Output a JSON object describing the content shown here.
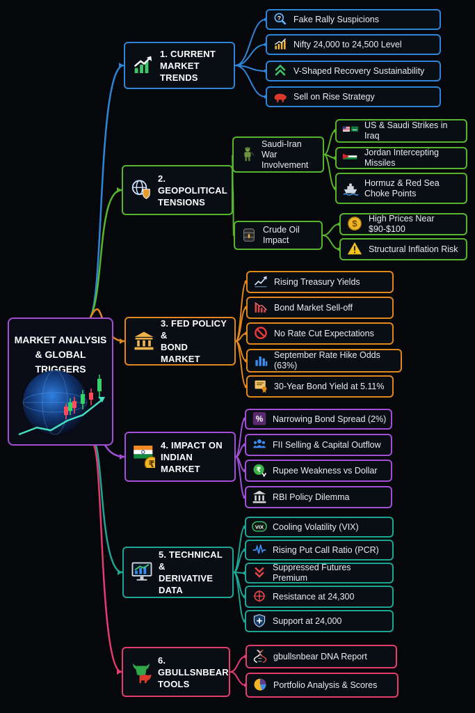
{
  "root": {
    "title_line1": "Market Analysis",
    "title_line2": "& Global Triggers",
    "color": "#a24fd6"
  },
  "branches": [
    {
      "id": "trends",
      "label_line1": "1. Current",
      "label_line2": "Market Trends",
      "color": "#2f86d8",
      "icon": "rising-bar-chart-icon",
      "items": [
        {
          "label": "Fake Rally Suspicions",
          "icon": "magnifier-question-icon"
        },
        {
          "label": "Nifty 24,000 to 24,500 Level",
          "icon": "rising-bars-icon"
        },
        {
          "label": "V-Shaped Recovery Sustainability",
          "icon": "up-chevrons-icon"
        },
        {
          "label": "Sell on Rise Strategy",
          "icon": "bear-icon"
        }
      ]
    },
    {
      "id": "geo",
      "label_line1": "2. Geopolitical",
      "label_line2": "Tensions",
      "color": "#57b52e",
      "icon": "globe-shield-icon",
      "subs": [
        {
          "label_line1": "Saudi-Iran War",
          "label_line2": "Involvement",
          "icon": "soldier-icon",
          "items": [
            {
              "label": "US & Saudi Strikes in Iraq",
              "icon": "us-saudi-flags-icon"
            },
            {
              "label": "Jordan Intercepting Missiles",
              "icon": "jordan-flag-icon"
            },
            {
              "label_line1": "Hormuz & Red Sea",
              "label_line2": "Choke Points",
              "icon": "ship-icon"
            }
          ]
        },
        {
          "label_line1": "Crude Oil Impact",
          "label_line2": "",
          "icon": "oil-barrel-icon",
          "items": [
            {
              "label": "High Prices Near $90-$100",
              "icon": "dollar-coin-icon"
            },
            {
              "label": "Structural Inflation Risk",
              "icon": "warning-icon"
            }
          ]
        }
      ]
    },
    {
      "id": "fed",
      "label_line1": "3. Fed policy &",
      "label_line2": "Bond Market",
      "color": "#e0881e",
      "icon": "bank-building-icon",
      "items": [
        {
          "label": "Rising Treasury Yields",
          "icon": "rising-line-icon"
        },
        {
          "label": "Bond Market Sell-off",
          "icon": "falling-bars-icon"
        },
        {
          "label": "No Rate Cut Expectations",
          "icon": "no-sign-icon"
        },
        {
          "label": "September Rate Hike Odds (63%)",
          "icon": "bar-chart-icon"
        },
        {
          "label": "30-Year Bond Yield at 5.11%",
          "icon": "certificate-icon"
        }
      ]
    },
    {
      "id": "india",
      "label_line1": "4. Impact on",
      "label_line2": "Indian Market",
      "color": "#a24fd6",
      "icon": "india-flag-rupee-icon",
      "items": [
        {
          "label": "Narrowing Bond Spread (2%)",
          "icon": "percent-icon"
        },
        {
          "label": "FII Selling & Capital Outflow",
          "icon": "people-icon"
        },
        {
          "label": "Rupee Weakness vs Dollar",
          "icon": "rupee-down-icon"
        },
        {
          "label": "RBI Policy Dilemma",
          "icon": "institution-icon"
        }
      ]
    },
    {
      "id": "tech",
      "label_line1": "5. Technical &",
      "label_line2": "Derivative Data",
      "color": "#1fa594",
      "icon": "monitor-chart-icon",
      "items": [
        {
          "label": "Cooling Volatility (VIX)",
          "icon": "vix-badge-icon",
          "badge": "VIX"
        },
        {
          "label": "Rising Put Call Ratio (PCR)",
          "icon": "pulse-line-icon"
        },
        {
          "label": "Suppressed Futures Premium",
          "icon": "down-chevrons-icon"
        },
        {
          "label": "Resistance at 24,300",
          "icon": "target-icon"
        },
        {
          "label": "Support at 24,000",
          "icon": "shield-plus-icon"
        }
      ]
    },
    {
      "id": "tools",
      "label_line1": "6. Gbullsnbear",
      "label_line2": "Tools",
      "color": "#e23d6d",
      "icon": "bull-bear-icon",
      "items": [
        {
          "label": "gbullsnbear DNA Report",
          "icon": "dna-icon"
        },
        {
          "label": "Portfolio Analysis & Scores",
          "icon": "pie-chart-icon"
        }
      ]
    }
  ]
}
